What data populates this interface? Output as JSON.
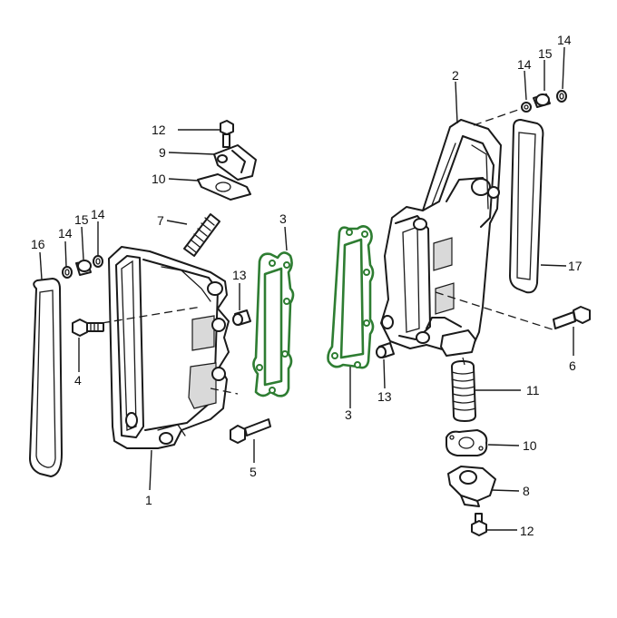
{
  "colors": {
    "gasket": "#2e7d32",
    "ink": "#1a1a1a",
    "background": "#ffffff"
  },
  "labels": {
    "l1": "1",
    "l2": "2",
    "l3a": "3",
    "l3b": "3",
    "l4": "4",
    "l5": "5",
    "l6": "6",
    "l7": "7",
    "l8": "8",
    "l9": "9",
    "l10a": "10",
    "l10b": "10",
    "l11": "11",
    "l12a": "12",
    "l12b": "12",
    "l13a": "13",
    "l13b": "13",
    "l14a": "14",
    "l14b": "14",
    "l14c": "14",
    "l14d": "14",
    "l15a": "15",
    "l15b": "15",
    "l16": "16",
    "l17": "17"
  }
}
